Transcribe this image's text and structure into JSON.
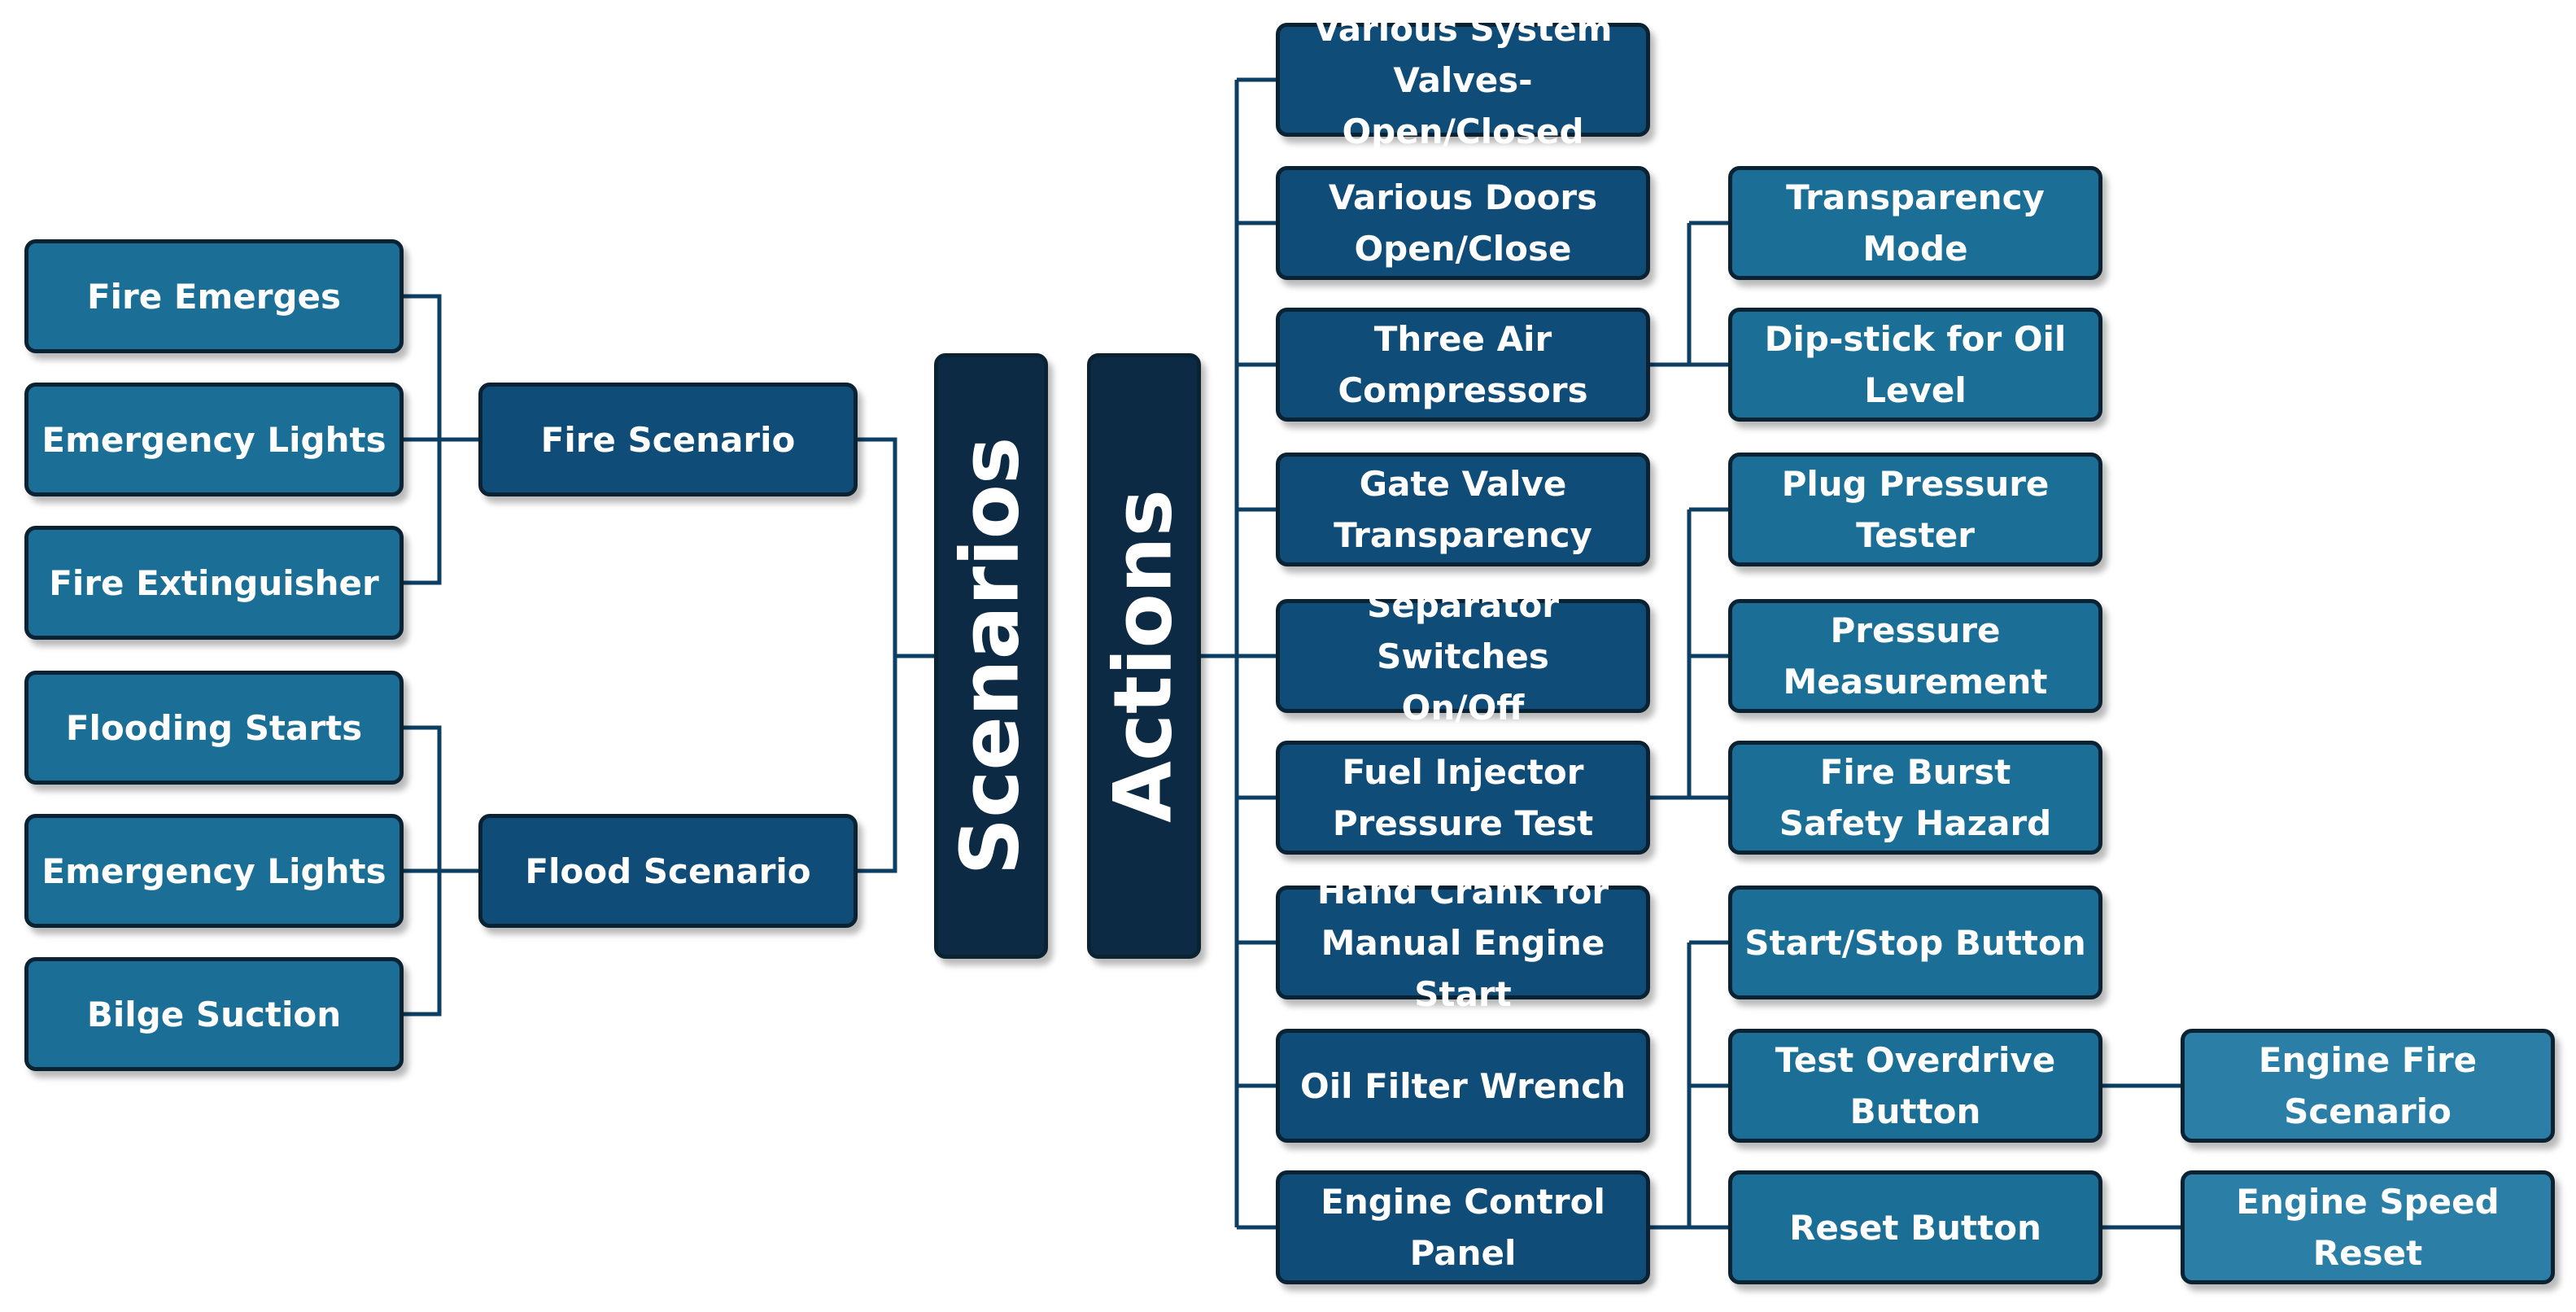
{
  "scenarios": {
    "title": "Scenarios",
    "fire": {
      "label": "Fire Scenario",
      "children": [
        "Fire Emerges",
        "Emergency Lights",
        "Fire Extinguisher"
      ]
    },
    "flood": {
      "label": "Flood Scenario",
      "children": [
        "Flooding Starts",
        "Emergency Lights",
        "Bilge Suction"
      ]
    }
  },
  "actions": {
    "title": "Actions",
    "items": [
      "Various System\nValves-Open/Closed",
      "Various Doors\nOpen/Close",
      "Three Air\nCompressors",
      "Gate Valve\nTransparency",
      "Separator Switches\nOn/Off",
      "Fuel Injector\nPressure Test",
      "Hand Crank for\nManual Engine Start",
      "Oil Filter Wrench",
      "Engine Control\nPanel"
    ],
    "compressor_children": [
      "Transparency Mode",
      "Dip-stick for Oil\nLevel"
    ],
    "fuel_injector_children": [
      "Plug Pressure Tester",
      "Pressure\nMeasurement",
      "Fire Burst\nSafety Hazard"
    ],
    "control_panel_children": [
      "Start/Stop Button",
      "Test Overdrive\nButton",
      "Reset Button"
    ],
    "overdrive_child": "Engine Fire Scenario",
    "reset_child": "Engine Speed Reset"
  }
}
